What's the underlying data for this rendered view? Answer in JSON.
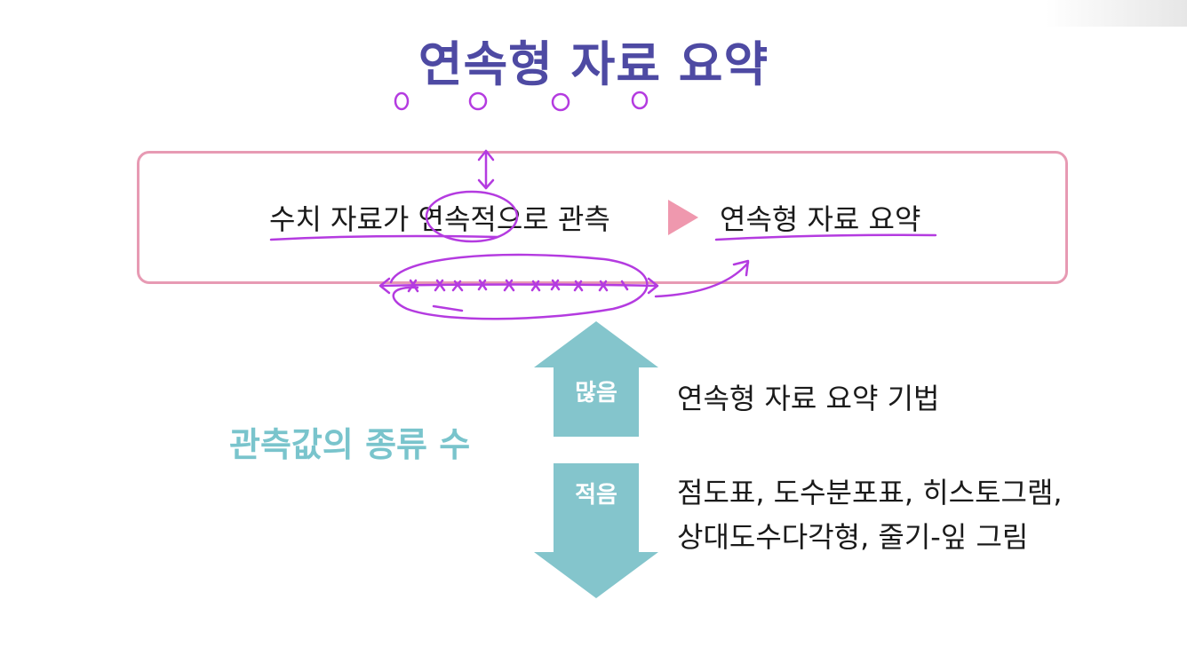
{
  "title": "연속형 자료 요약",
  "box": {
    "left_text": "수치 자료가 연속적으로 관측",
    "right_text": "연속형 자료 요약"
  },
  "side_label": "관측값의 종류 수",
  "arrow": {
    "up_label": "많음",
    "down_label": "적음"
  },
  "descriptions": {
    "many": "연속형 자료 요약 기법",
    "few_line1": "점도표, 도수분포표, 히스토그램,",
    "few_line2": "상대도수다각형, 줄기-잎 그림"
  },
  "colors": {
    "title": "#4e4aa3",
    "box_border": "#e79ab3",
    "triangle": "#ef98ae",
    "arrow_fill": "#84c5cc",
    "side_label": "#79c4cc",
    "annotation_ink": "#b43be0"
  },
  "icons": {
    "box_triangle": "right-triangle-icon",
    "vertical_arrow": "up-down-double-arrow-icon"
  }
}
